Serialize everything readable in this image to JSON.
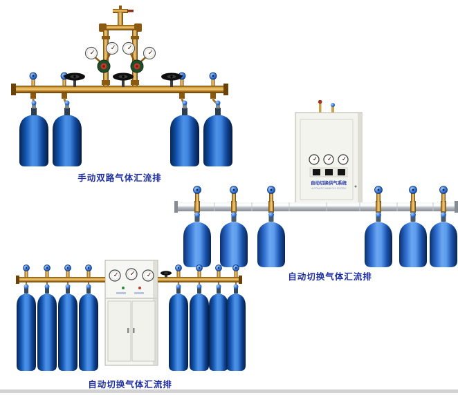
{
  "page": {
    "background_color": "#ffffff"
  },
  "products": {
    "manual": {
      "caption": "手动双路气体汇流排"
    },
    "auto_wall": {
      "caption": "自动切换气体汇流排"
    },
    "auto_floor": {
      "caption": "自动切换气体汇流排"
    }
  },
  "cabinet": {
    "title": "自动切换供气系统",
    "subtitle": "AUTOMATIC MANIFOLD SYSTEM"
  },
  "colors": {
    "caption_blue": "#1e2fa0",
    "cylinder_blue": "#1254b0",
    "brass": "#c9a24a",
    "aluminum_pipe": "#b4bac0",
    "panel_text_blue": "#2438aa"
  }
}
